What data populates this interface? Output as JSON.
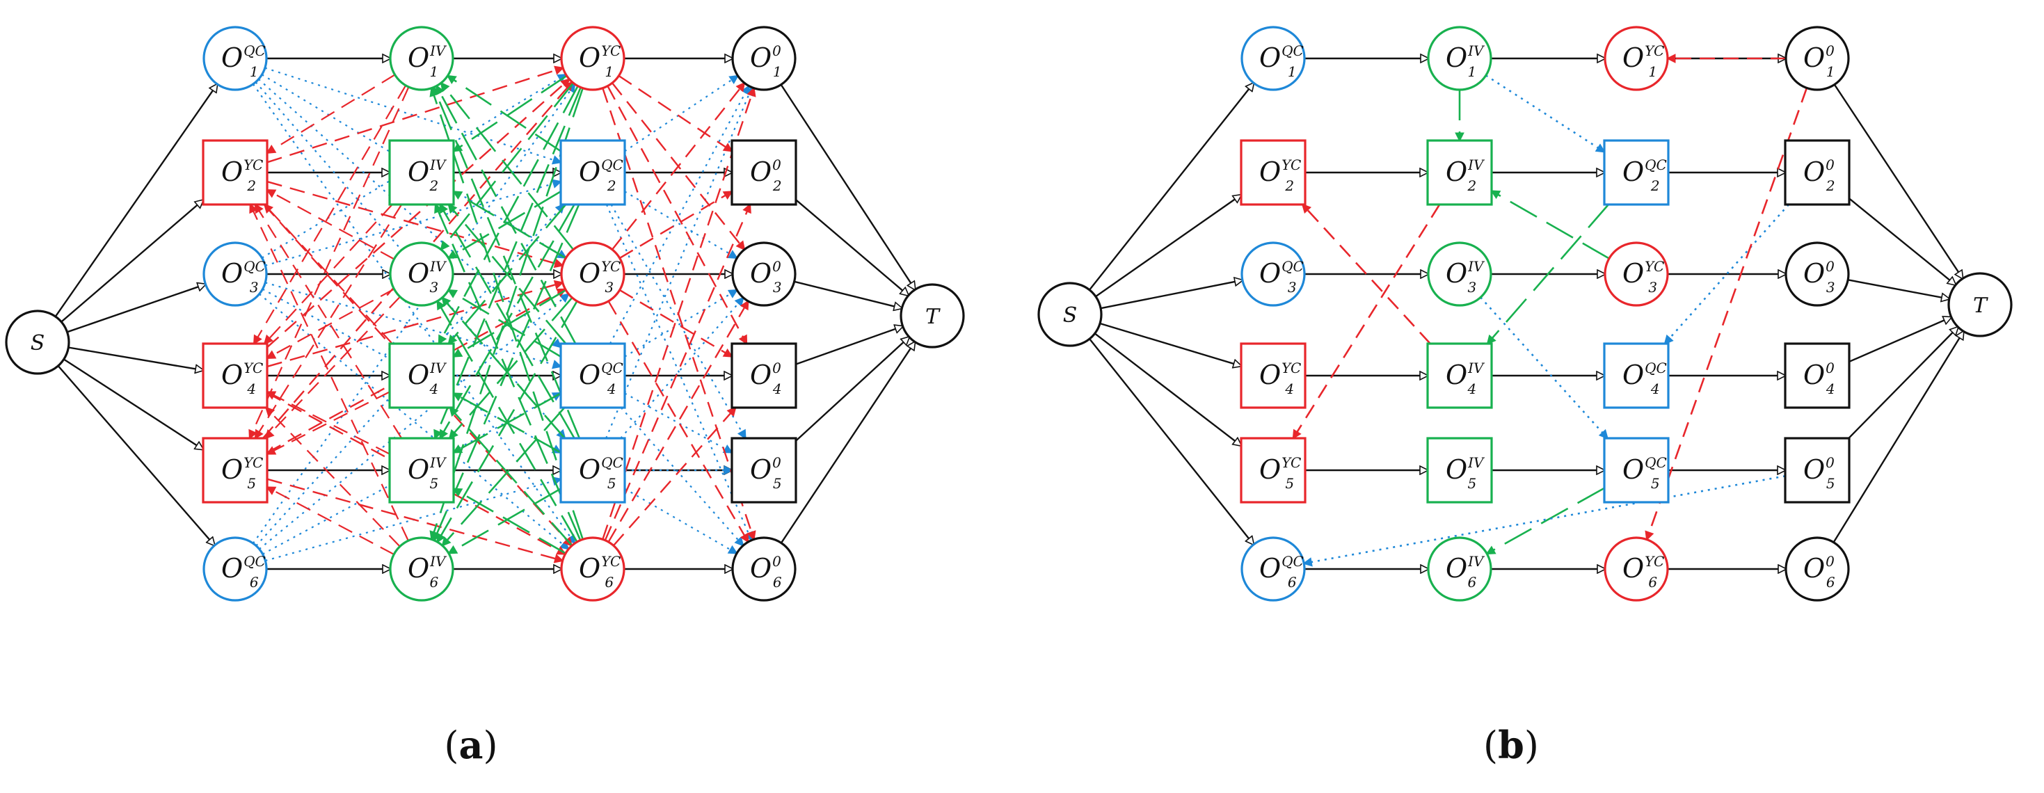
{
  "colors": {
    "qc": "#1e88d8",
    "yc": "#e8262b",
    "iv": "#18b14f",
    "zero": "#111111",
    "flow": "#111111"
  },
  "node_styles": {
    "circle_outline": "circle",
    "square_outline": "square"
  },
  "panels": [
    {
      "id": "a",
      "caption": "(a)",
      "caption_letter": "a",
      "source_label": "S",
      "sink_label": "T",
      "columns": [
        {
          "key": "qc_yc",
          "nodes": [
            {
              "type": "QC",
              "shape": "circle",
              "sub": "1",
              "sup": "QC"
            },
            {
              "type": "YC",
              "shape": "square",
              "sub": "2",
              "sup": "YC"
            },
            {
              "type": "QC",
              "shape": "circle",
              "sub": "3",
              "sup": "QC"
            },
            {
              "type": "YC",
              "shape": "square",
              "sub": "4",
              "sup": "YC"
            },
            {
              "type": "YC",
              "shape": "square",
              "sub": "5",
              "sup": "YC"
            },
            {
              "type": "QC",
              "shape": "circle",
              "sub": "6",
              "sup": "QC"
            }
          ]
        },
        {
          "key": "iv",
          "nodes": [
            {
              "type": "IV",
              "shape": "circle",
              "sub": "1",
              "sup": "IV"
            },
            {
              "type": "IV",
              "shape": "square",
              "sub": "2",
              "sup": "IV"
            },
            {
              "type": "IV",
              "shape": "circle",
              "sub": "3",
              "sup": "IV"
            },
            {
              "type": "IV",
              "shape": "square",
              "sub": "4",
              "sup": "IV"
            },
            {
              "type": "IV",
              "shape": "square",
              "sub": "5",
              "sup": "IV"
            },
            {
              "type": "IV",
              "shape": "circle",
              "sub": "6",
              "sup": "IV"
            }
          ]
        },
        {
          "key": "yc_qc",
          "nodes": [
            {
              "type": "YC",
              "shape": "circle",
              "sub": "1",
              "sup": "YC"
            },
            {
              "type": "QC",
              "shape": "square",
              "sub": "2",
              "sup": "QC"
            },
            {
              "type": "YC",
              "shape": "circle",
              "sub": "3",
              "sup": "YC"
            },
            {
              "type": "QC",
              "shape": "square",
              "sub": "4",
              "sup": "QC"
            },
            {
              "type": "QC",
              "shape": "square",
              "sub": "5",
              "sup": "QC"
            },
            {
              "type": "YC",
              "shape": "circle",
              "sub": "6",
              "sup": "YC"
            }
          ]
        },
        {
          "key": "zero",
          "nodes": [
            {
              "type": "ZERO",
              "shape": "circle",
              "sub": "1",
              "sup": "0"
            },
            {
              "type": "ZERO",
              "shape": "square",
              "sub": "2",
              "sup": "0"
            },
            {
              "type": "ZERO",
              "shape": "circle",
              "sub": "3",
              "sup": "0"
            },
            {
              "type": "ZERO",
              "shape": "square",
              "sub": "4",
              "sup": "0"
            },
            {
              "type": "ZERO",
              "shape": "square",
              "sub": "5",
              "sup": "0"
            },
            {
              "type": "ZERO",
              "shape": "circle",
              "sub": "6",
              "sup": "0"
            }
          ]
        }
      ],
      "dense_cross_edges": true
    },
    {
      "id": "b",
      "caption": "(b)",
      "caption_letter": "b",
      "source_label": "S",
      "sink_label": "T",
      "columns": [
        {
          "key": "qc_yc",
          "nodes": [
            {
              "type": "QC",
              "shape": "circle",
              "sub": "1",
              "sup": "QC"
            },
            {
              "type": "YC",
              "shape": "square",
              "sub": "2",
              "sup": "YC"
            },
            {
              "type": "QC",
              "shape": "circle",
              "sub": "3",
              "sup": "QC"
            },
            {
              "type": "YC",
              "shape": "square",
              "sub": "4",
              "sup": "YC"
            },
            {
              "type": "YC",
              "shape": "square",
              "sub": "5",
              "sup": "YC"
            },
            {
              "type": "QC",
              "shape": "circle",
              "sub": "6",
              "sup": "QC"
            }
          ]
        },
        {
          "key": "iv",
          "nodes": [
            {
              "type": "IV",
              "shape": "circle",
              "sub": "1",
              "sup": "IV"
            },
            {
              "type": "IV",
              "shape": "square",
              "sub": "2",
              "sup": "IV"
            },
            {
              "type": "IV",
              "shape": "circle",
              "sub": "3",
              "sup": "IV"
            },
            {
              "type": "IV",
              "shape": "square",
              "sub": "4",
              "sup": "IV"
            },
            {
              "type": "IV",
              "shape": "square",
              "sub": "5",
              "sup": "IV"
            },
            {
              "type": "IV",
              "shape": "circle",
              "sub": "6",
              "sup": "IV"
            }
          ]
        },
        {
          "key": "yc_qc",
          "nodes": [
            {
              "type": "YC",
              "shape": "circle",
              "sub": "1",
              "sup": "YC"
            },
            {
              "type": "QC",
              "shape": "square",
              "sub": "2",
              "sup": "QC"
            },
            {
              "type": "YC",
              "shape": "circle",
              "sub": "3",
              "sup": "YC"
            },
            {
              "type": "QC",
              "shape": "square",
              "sub": "4",
              "sup": "QC"
            },
            {
              "type": "QC",
              "shape": "square",
              "sub": "5",
              "sup": "QC"
            },
            {
              "type": "YC",
              "shape": "circle",
              "sub": "6",
              "sup": "YC"
            }
          ]
        },
        {
          "key": "zero",
          "nodes": [
            {
              "type": "ZERO",
              "shape": "circle",
              "sub": "1",
              "sup": "0"
            },
            {
              "type": "ZERO",
              "shape": "square",
              "sub": "2",
              "sup": "0"
            },
            {
              "type": "ZERO",
              "shape": "circle",
              "sub": "3",
              "sup": "0"
            },
            {
              "type": "ZERO",
              "shape": "square",
              "sub": "4",
              "sup": "0"
            },
            {
              "type": "ZERO",
              "shape": "square",
              "sub": "5",
              "sup": "0"
            },
            {
              "type": "ZERO",
              "shape": "circle",
              "sub": "6",
              "sup": "0"
            }
          ]
        }
      ],
      "cross_edges": [
        {
          "color": "iv",
          "style": "long-dash",
          "from": [
            1,
            0
          ],
          "to": [
            1,
            1
          ],
          "note": "none"
        },
        {
          "color": "qc",
          "style": "dotted",
          "from": [
            1,
            0
          ],
          "to": [
            2,
            1
          ]
        },
        {
          "color": "iv",
          "style": "long-dash",
          "from": [
            2,
            2
          ],
          "to": [
            1,
            1
          ]
        },
        {
          "color": "iv",
          "style": "long-dash",
          "from": [
            2,
            1
          ],
          "to": [
            1,
            3
          ]
        },
        {
          "color": "yc",
          "style": "dashed",
          "from": [
            2,
            0
          ],
          "to": [
            3,
            0
          ],
          "reverse": true
        },
        {
          "color": "yc",
          "style": "dashed",
          "from": [
            1,
            3
          ],
          "to": [
            0,
            1
          ]
        },
        {
          "color": "yc",
          "style": "dashed",
          "from": [
            1,
            1
          ],
          "to": [
            0,
            4
          ]
        },
        {
          "color": "qc",
          "style": "dotted",
          "from": [
            1,
            2
          ],
          "to": [
            2,
            4
          ]
        },
        {
          "color": "qc",
          "style": "dotted",
          "from": [
            3,
            1
          ],
          "to": [
            2,
            3
          ]
        },
        {
          "color": "iv",
          "style": "long-dash",
          "from": [
            2,
            4
          ],
          "to": [
            1,
            5
          ]
        },
        {
          "color": "yc",
          "style": "dashed",
          "from": [
            3,
            0
          ],
          "to": [
            2,
            5
          ]
        },
        {
          "color": "qc",
          "style": "dotted",
          "from": [
            3,
            4
          ],
          "to": [
            0,
            5
          ]
        }
      ]
    }
  ]
}
